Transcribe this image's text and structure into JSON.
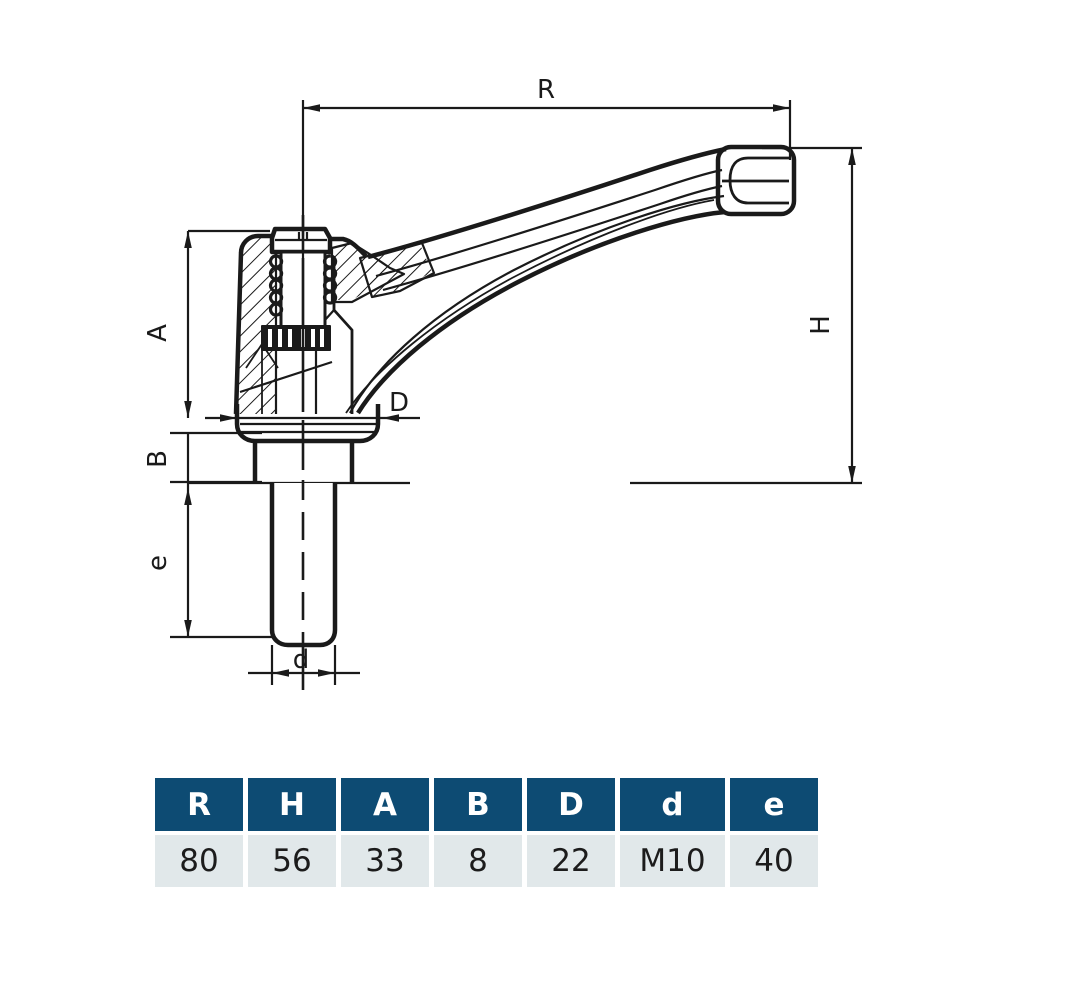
{
  "drawing": {
    "title": "adjustable-clamping-lever-dimensioned-drawing",
    "line_color": "#1a1a1a",
    "label_color": "#1a1a1a",
    "dimension_labels": {
      "R": "R",
      "H": "H",
      "A": "A",
      "B": "B",
      "D": "D",
      "d": "d",
      "e": "e"
    }
  },
  "spec_table": {
    "headers": [
      "R",
      "H",
      "A",
      "B",
      "D",
      "d",
      "e"
    ],
    "values": [
      "80",
      "56",
      "33",
      "8",
      "22",
      "M10",
      "40"
    ],
    "header_bg": "#0d4b73",
    "header_fg": "#ffffff",
    "cell_bg": "#e1e8ea",
    "cell_fg": "#1c1c1c"
  }
}
